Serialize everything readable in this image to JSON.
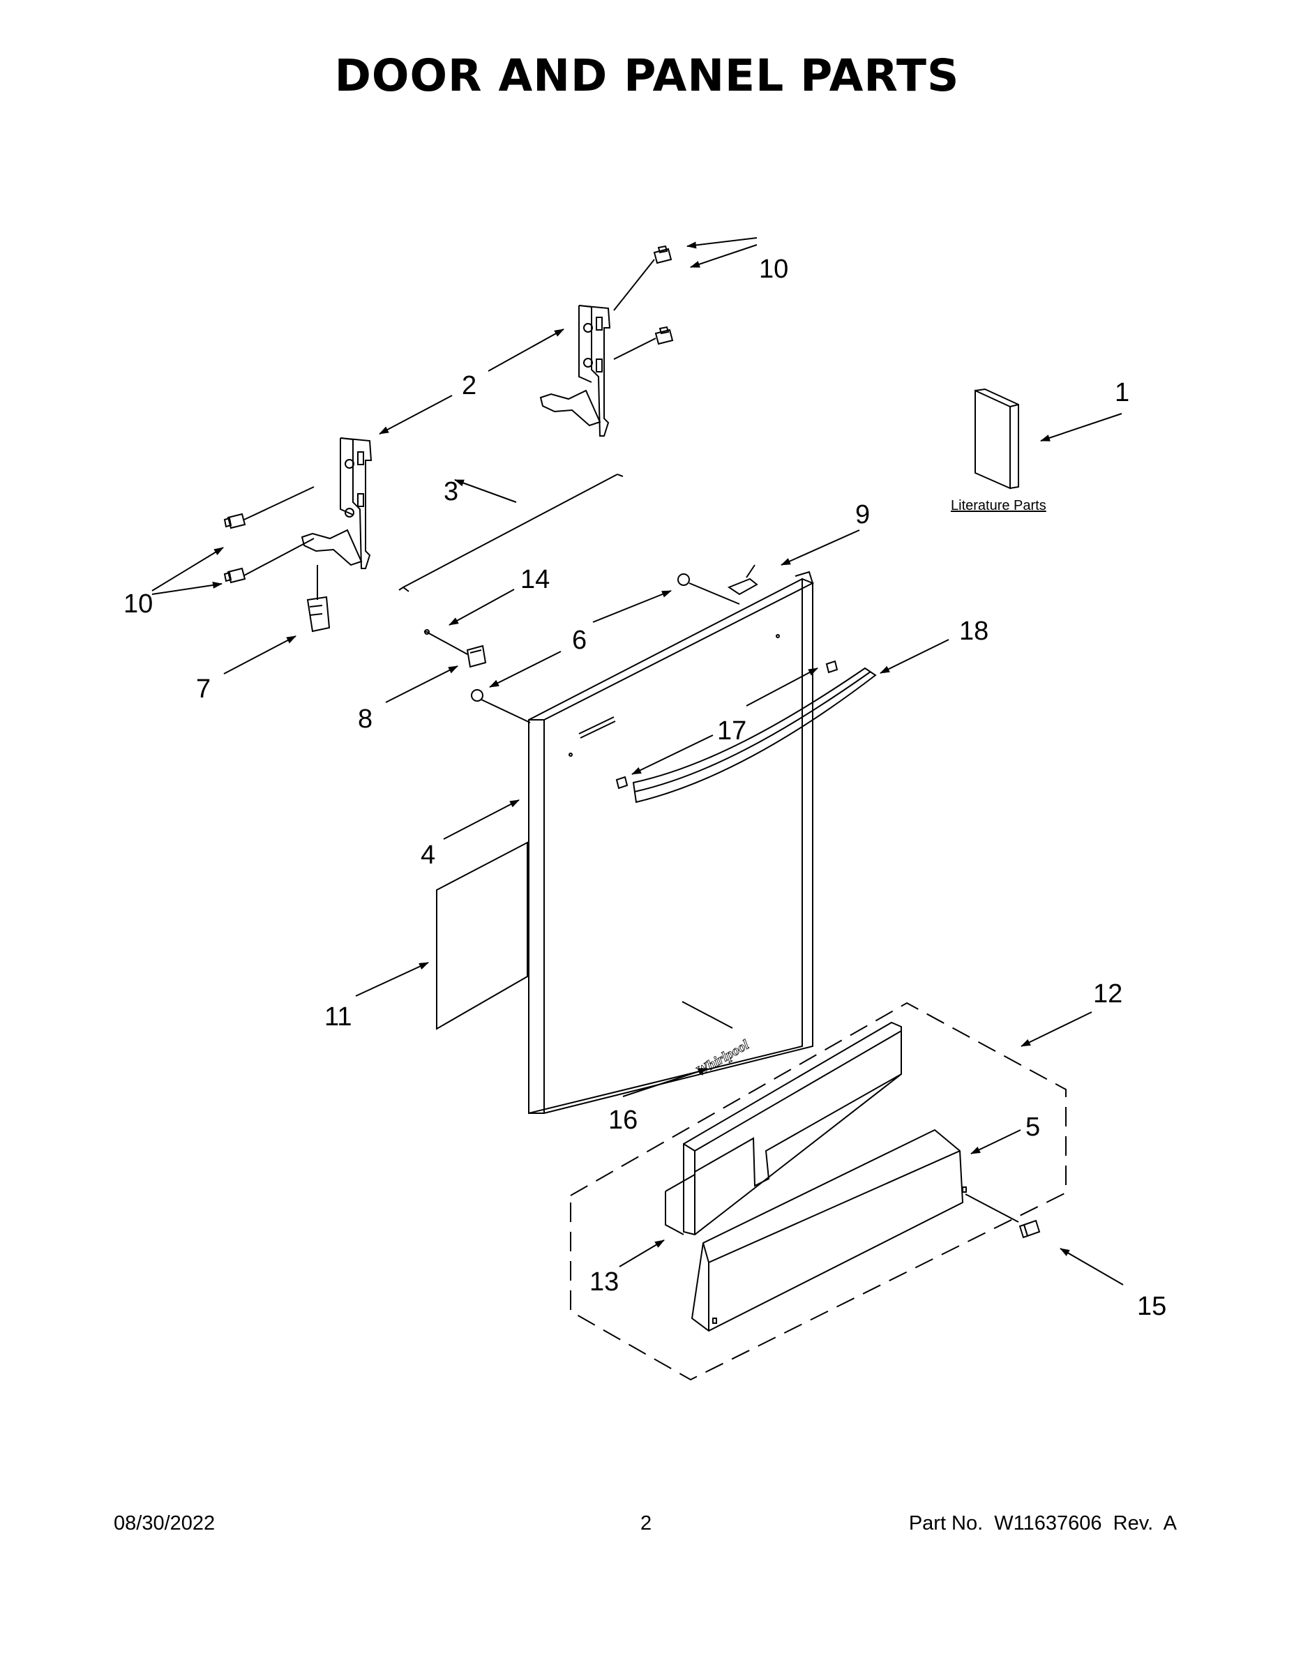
{
  "title": "DOOR AND PANEL PARTS",
  "callouts": {
    "c1": "1",
    "c2": "2",
    "c3": "3",
    "c4": "4",
    "c5": "5",
    "c6": "6",
    "c7": "7",
    "c8": "8",
    "c9": "9",
    "c10a": "10",
    "c10b": "10",
    "c11": "11",
    "c12": "12",
    "c13": "13",
    "c14": "14",
    "c15": "15",
    "c16": "16",
    "c17": "17",
    "c18": "18"
  },
  "literature_label": "Literature Parts",
  "brand_logo": "Whirlpool",
  "footer": {
    "date": "08/30/2022",
    "page": "2",
    "part_no": "Part No.  W11637606  Rev.  A"
  }
}
